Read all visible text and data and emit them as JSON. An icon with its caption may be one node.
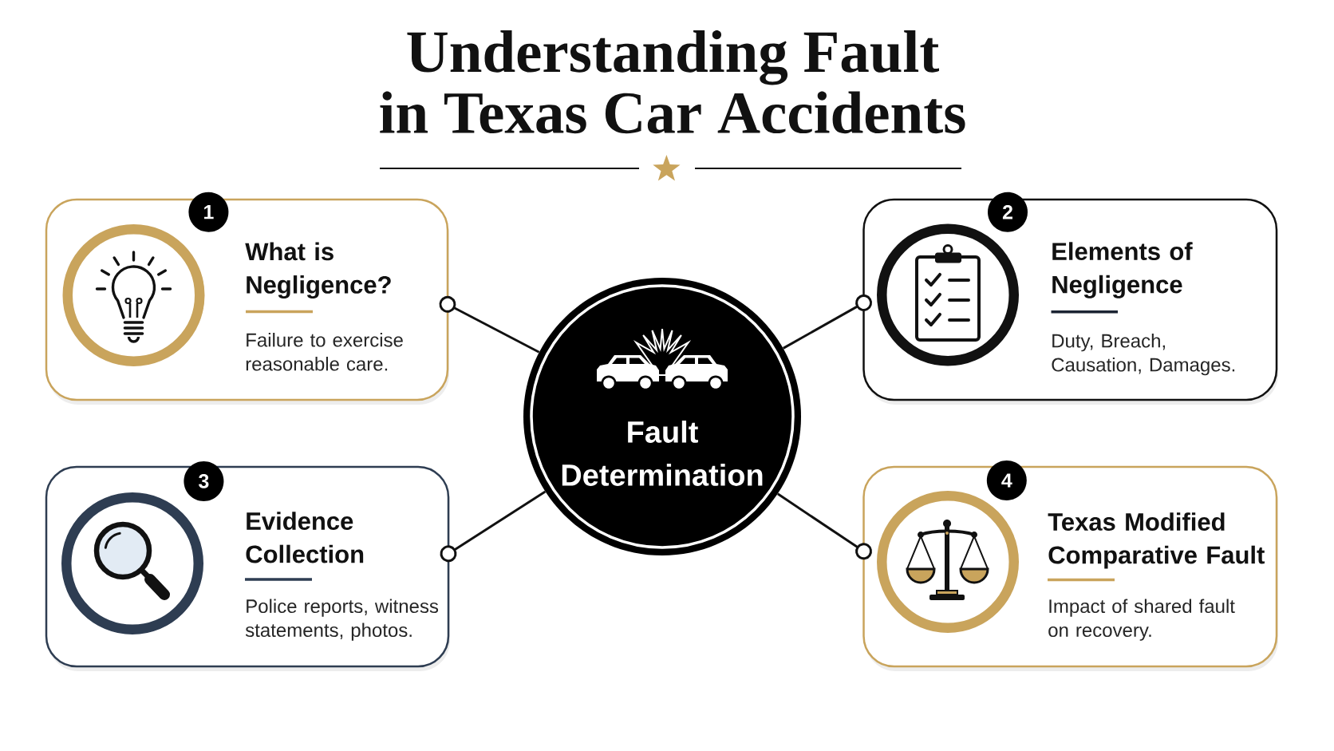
{
  "diagram": {
    "title": "Understanding Fault in Texas Car Accidents",
    "nodes": [
      {
        "text": [
          "What is Negligence?",
          "Failure to exercise reasonable care."
        ]
      },
      {
        "text": [
          "1"
        ]
      },
      {
        "text": [
          "Elements of Negligence",
          "Duty, Breach, Causation, Damages."
        ]
      },
      {
        "text": [
          "2"
        ]
      },
      {
        "text": [
          "Fault Determination"
        ]
      },
      {
        "text": [
          "Evidence Collection",
          "Police reports, witness statements, photos."
        ]
      },
      {
        "text": [
          "3"
        ]
      },
      {
        "text": [
          "Texas Modified Comparative Fault",
          "Impact of shared fault on recovery."
        ]
      },
      {
        "text": [
          "4"
        ]
      }
    ],
    "edges": [
      {
        "from": 4,
        "to": 0,
        "arrow": "other"
      },
      {
        "from": 4,
        "to": 2,
        "arrow": "other"
      },
      {
        "from": 4,
        "to": 5,
        "arrow": "other"
      },
      {
        "from": 4,
        "to": 7,
        "arrow": "other"
      }
    ]
  }
}
